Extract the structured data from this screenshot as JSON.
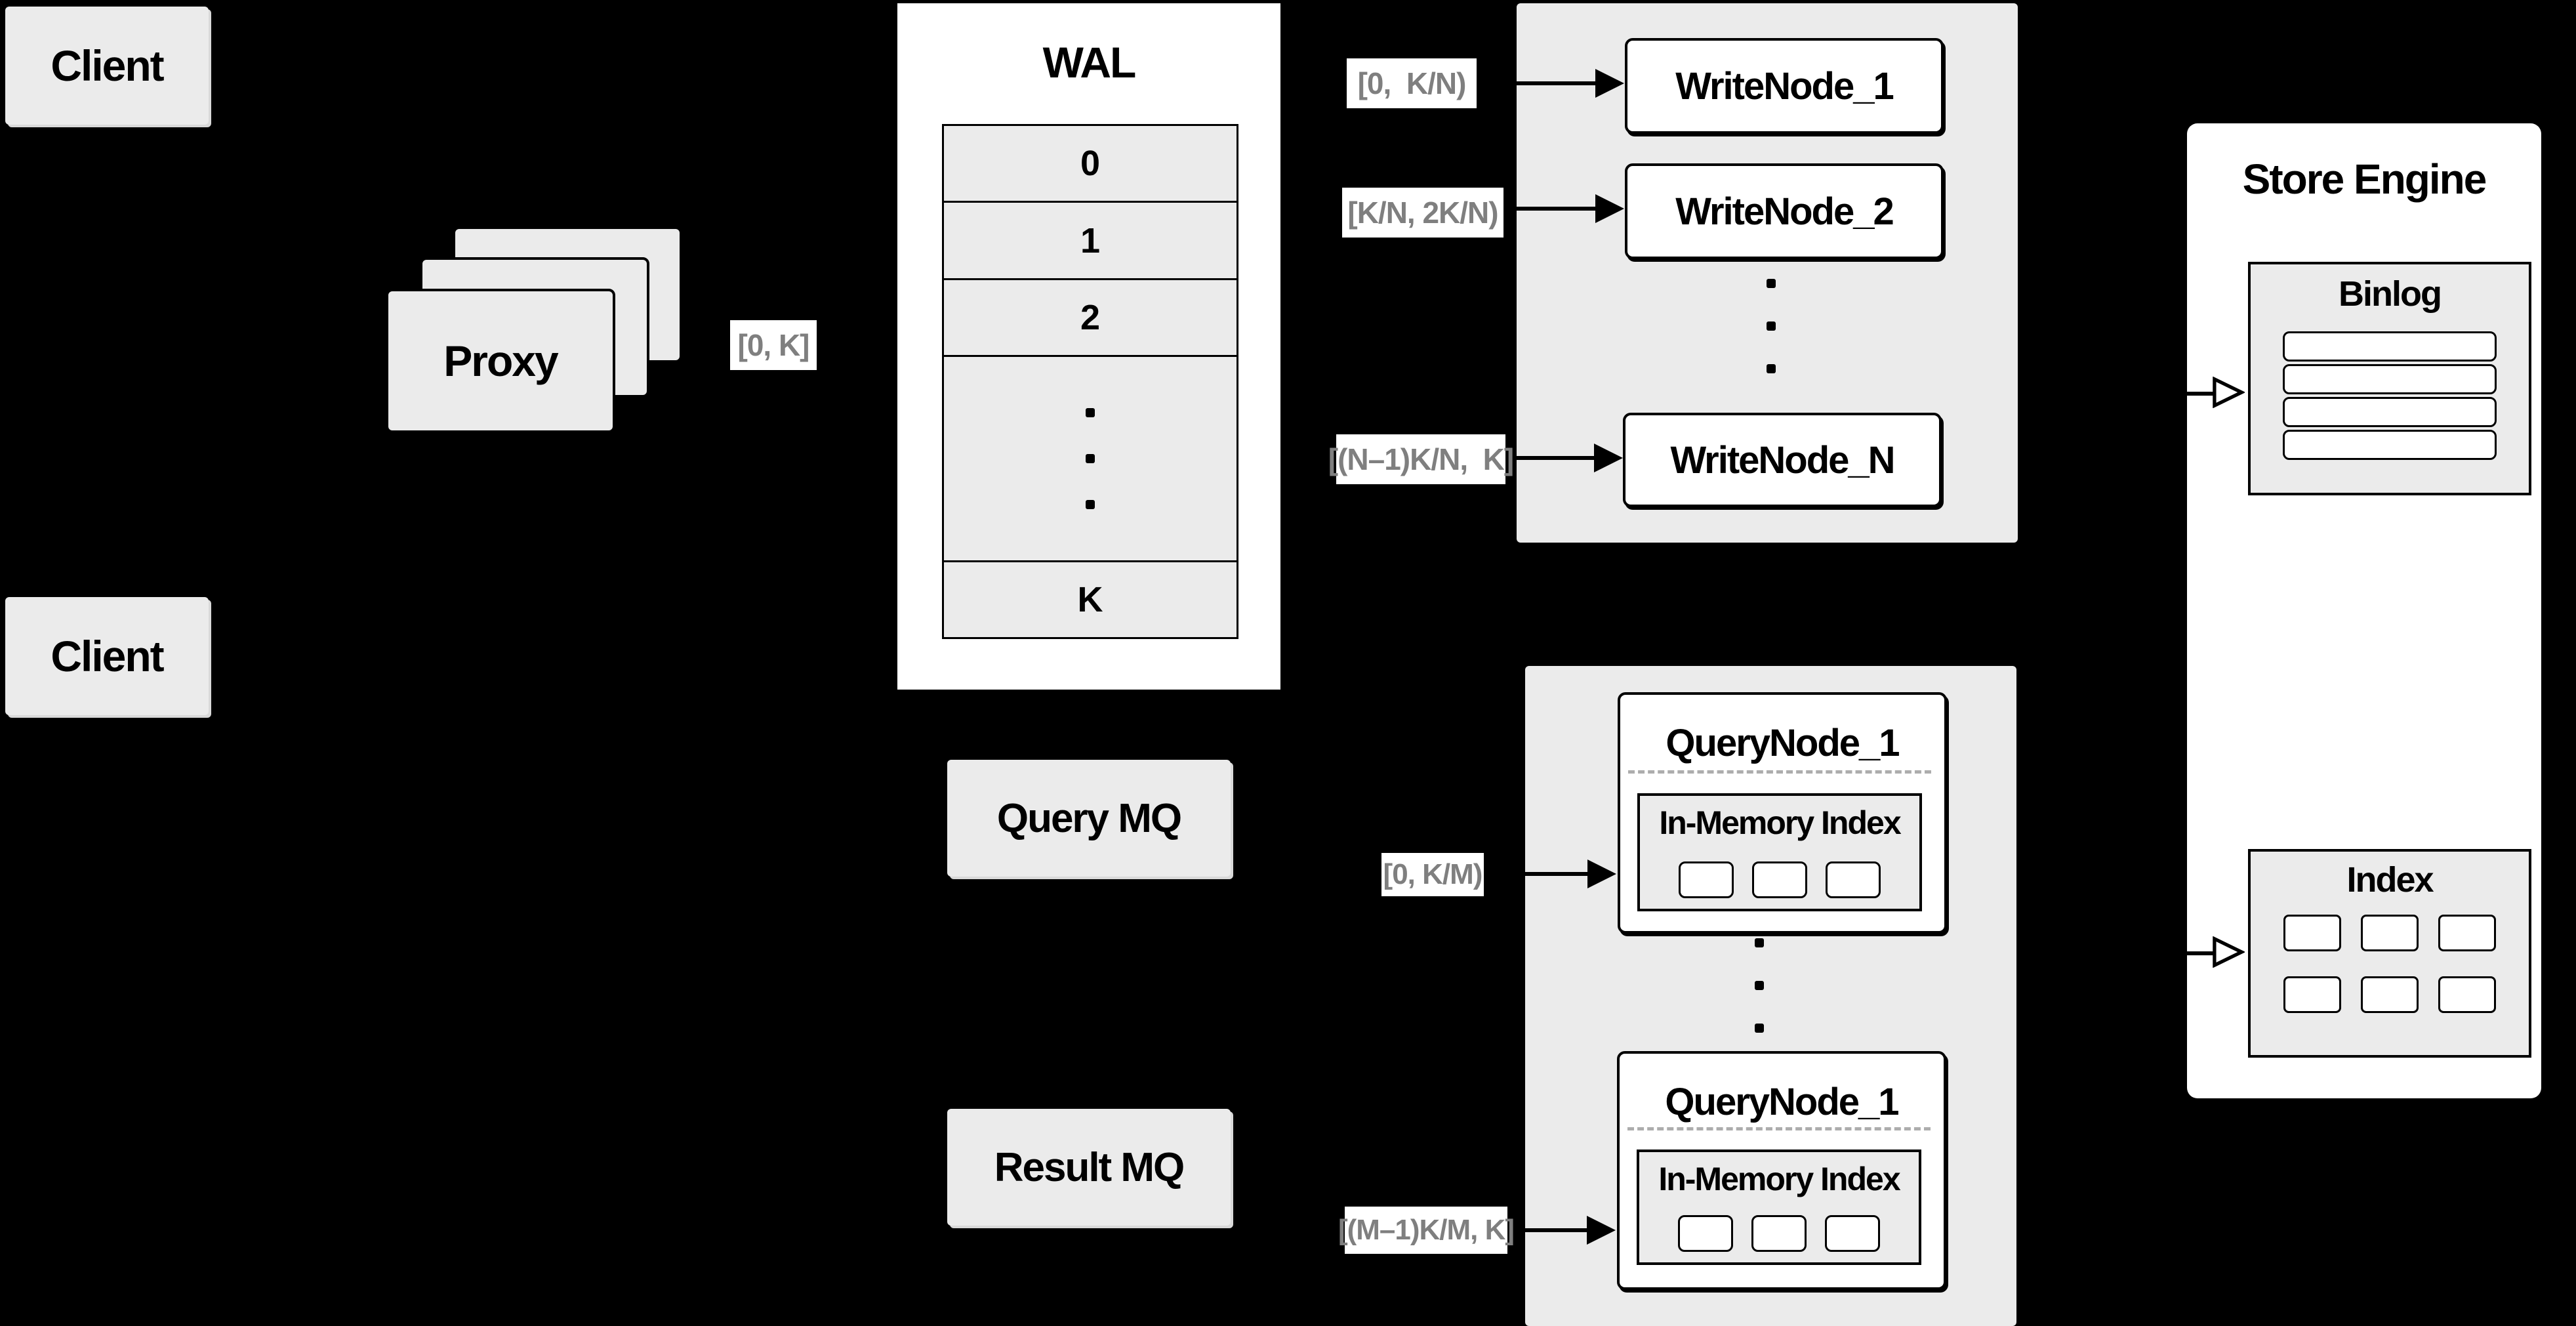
{
  "colors": {
    "background": "#000000",
    "box_fill": "#ebebeb",
    "node_fill": "#ffffff",
    "stroke": "#000000",
    "range_text": "#7f7f7f"
  },
  "client_top": {
    "label": "Client"
  },
  "client_bottom": {
    "label": "Client"
  },
  "proxy": {
    "label": "Proxy",
    "range_out": "[0, K]"
  },
  "wal": {
    "title": "WAL",
    "rows": [
      "0",
      "1",
      "2",
      "K"
    ]
  },
  "write_group": {
    "ranges": [
      "[0,  K/N)",
      "[K/N, 2K/N)",
      "[(N–1)K/N,  K]"
    ],
    "nodes": [
      "WriteNode_1",
      "WriteNode_2",
      "WriteNode_N"
    ]
  },
  "query_group": {
    "range_in": "[0, K/M)",
    "range_result": "[(M–1)K/M, K]",
    "nodes": [
      {
        "title": "QueryNode_1",
        "inner_title": "In-Memory Index"
      },
      {
        "title": "QueryNode_1",
        "inner_title": "In-Memory Index"
      }
    ]
  },
  "mq": {
    "query_label": "Query MQ",
    "result_label": "Result MQ"
  },
  "store_engine": {
    "title": "Store Engine",
    "binlog_title": "Binlog",
    "index_title": "Index"
  }
}
